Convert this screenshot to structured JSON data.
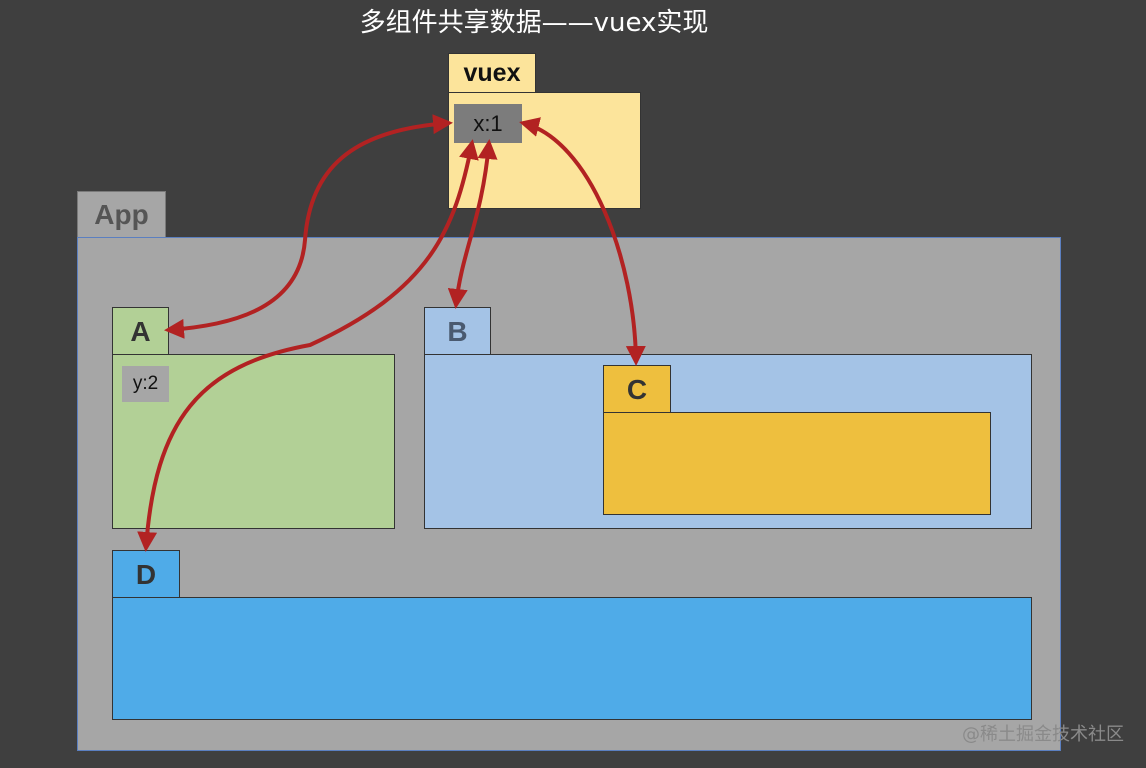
{
  "title": "多组件共享数据——vuex实现",
  "vuex": {
    "label": "vuex",
    "state": "x:1",
    "color": "#fce49b"
  },
  "app": {
    "label": "App",
    "color": "#a6a6a6"
  },
  "components": {
    "a": {
      "label": "A",
      "state": "y:2",
      "color": "#b2d096"
    },
    "b": {
      "label": "B",
      "color": "#a4c3e6"
    },
    "c": {
      "label": "C",
      "color": "#eebf3e"
    },
    "d": {
      "label": "D",
      "color": "#4fabe8"
    }
  },
  "arrow_color": "#b22222",
  "watermark": "@稀土掘金技术社区"
}
